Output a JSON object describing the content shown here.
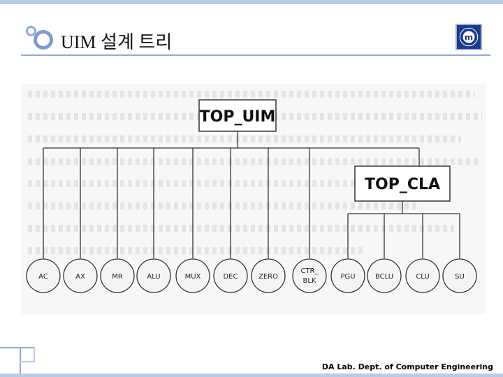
{
  "slide": {
    "title": "UIM 설계 트리",
    "footer": "DA Lab. Dept. of Computer Engineering",
    "logo_letter": "m"
  },
  "diagram": {
    "top_box": "TOP_UIM",
    "sub_box": "TOP_CLA",
    "left_nodes": [
      "AC",
      "AX",
      "MR",
      "ALU",
      "MUX",
      "DEC",
      "ZERO"
    ],
    "ctr_node": [
      "CTR_",
      "BLK"
    ],
    "right_nodes": [
      "PGU",
      "BCLU",
      "CLU",
      "SU"
    ]
  },
  "colors": {
    "accent": "#8fa9d9",
    "logo_bg": "#1b3a8c"
  }
}
